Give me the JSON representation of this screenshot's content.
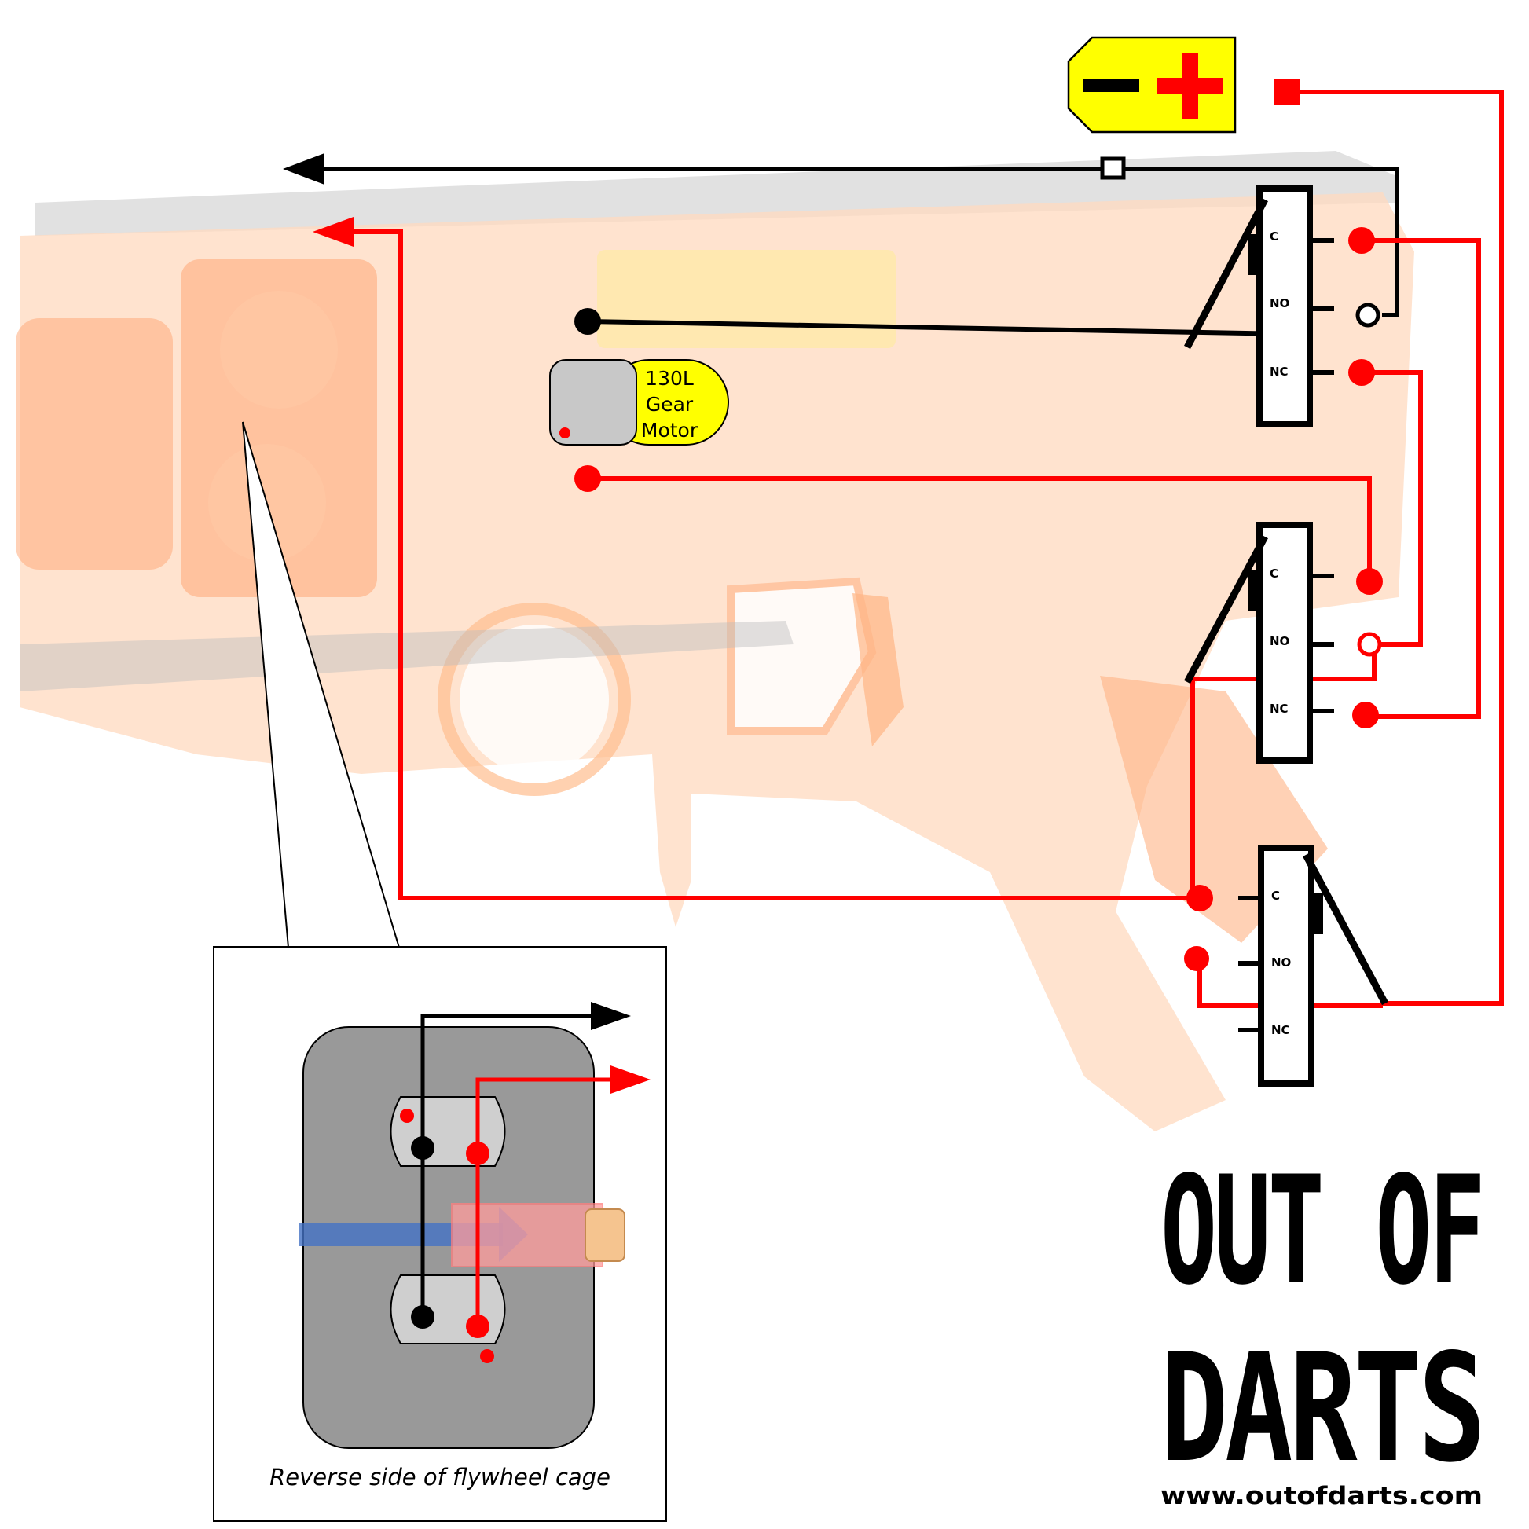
{
  "motor": {
    "label_lines": [
      "130L",
      "Gear",
      "Motor"
    ]
  },
  "switches": [
    {
      "id": "top",
      "terminals": [
        "C",
        "NO",
        "NC"
      ]
    },
    {
      "id": "middle",
      "terminals": [
        "C",
        "NO",
        "NC"
      ]
    },
    {
      "id": "bottom",
      "terminals": [
        "C",
        "NO",
        "NC"
      ]
    }
  ],
  "inset": {
    "caption": "Reverse side of flywheel cage"
  },
  "logo": {
    "line1": "OUT OF",
    "line2": "DARTS",
    "url": "www.outofdarts.com"
  },
  "battery": {
    "negative_symbol": "−",
    "positive_symbol": "+"
  },
  "colors": {
    "positive_wire": "#ff0000",
    "negative_wire": "#000000",
    "battery_tag": "#ffff00",
    "motor_label": "#ffff00",
    "blaster_shell": "#ffd2b4",
    "cage_plate": "#999999",
    "dart_tip": "#f5c48f",
    "airflow_arrow": "#4472c4"
  }
}
